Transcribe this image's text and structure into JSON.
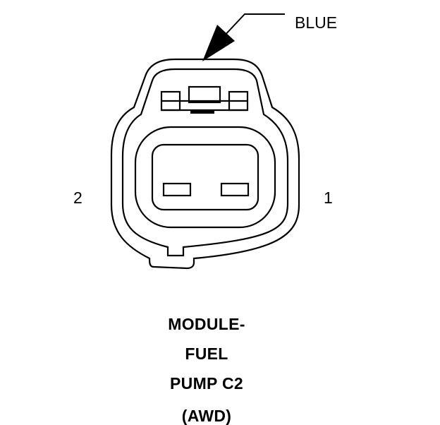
{
  "diagram": {
    "wire_color_label": "BLUE",
    "pin_labels": {
      "left": "2",
      "right": "1"
    },
    "caption": [
      "MODULE-",
      "FUEL",
      "PUMP C2",
      "(AWD)"
    ]
  }
}
